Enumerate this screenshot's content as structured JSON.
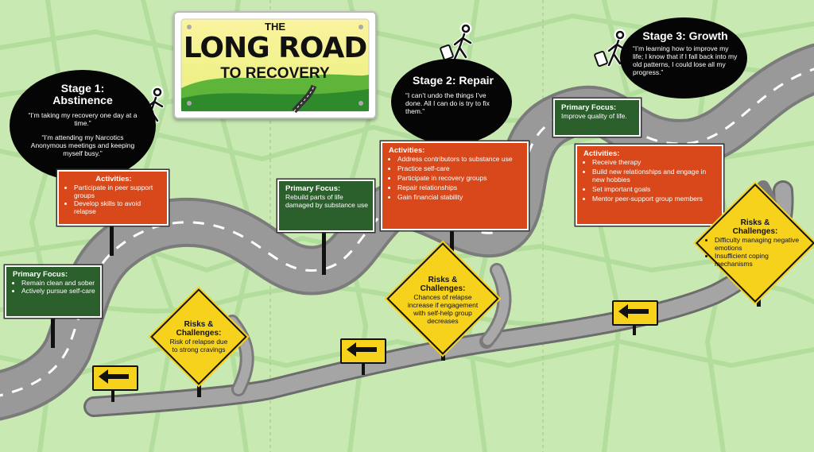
{
  "title": {
    "line1": "THE",
    "line2": "LONG ROAD",
    "line3": "TO RECOVERY"
  },
  "stage1": {
    "title_line1": "Stage 1:",
    "title_line2": "Abstinence",
    "quote1": "“I’m taking my recovery one day at a time.”",
    "quote2": "“I’m attending my Narcotics Anonymous meetings and keeping myself busy.”",
    "activities_heading": "Activities:",
    "activities": [
      "Participate in peer support groups",
      "Develop skills to avoid relapse"
    ],
    "focus_heading": "Primary Focus:",
    "focus": [
      "Remain clean and sober",
      "Actively pursue self-care"
    ],
    "risks_heading": "Risks & Challenges:",
    "risks": "Risk of relapse due to strong cravings"
  },
  "stage2": {
    "title": "Stage 2: Repair",
    "quote": "“I can’t undo the things I’ve done. All I can do is try to fix them.”",
    "activities_heading": "Activities:",
    "activities": [
      "Address contributors to substance use",
      "Practice self-care",
      "Participate in recovery groups",
      "Repair relationships",
      "Gain financial stability"
    ],
    "focus_heading": "Primary Focus:",
    "focus": "Rebuild parts of life damaged by substance use",
    "risks_heading": "Risks & Challenges:",
    "risks": "Chances of relapse increase if engagement with self-help group decreases"
  },
  "stage3": {
    "title": "Stage 3: Growth",
    "quote": "“I’m learning how to improve my life; I know that if I fall back into my old patterns, I could lose all my progress.”",
    "focus_heading": "Primary Focus:",
    "focus": "Improve quality of life.",
    "activities_heading": "Activities:",
    "activities": [
      "Receive therapy",
      "Build new relationships and engage in new hobbies",
      "Set important goals",
      "Mentor peer-support group members"
    ],
    "risks_heading": "Risks & Challenges:",
    "risks": [
      "Difficulty managing negative emotions",
      "Insufficient coping mechanisms"
    ]
  },
  "colors": {
    "background": "#c8eab2",
    "road": "#8f8f8f",
    "activity_sign": "#d9481a",
    "focus_sign": "#2b5f2c",
    "warning_sign": "#f7d21c",
    "bubble": "#050505"
  },
  "icons": [
    "walking-traveler-icon",
    "left-arrow-icon"
  ]
}
